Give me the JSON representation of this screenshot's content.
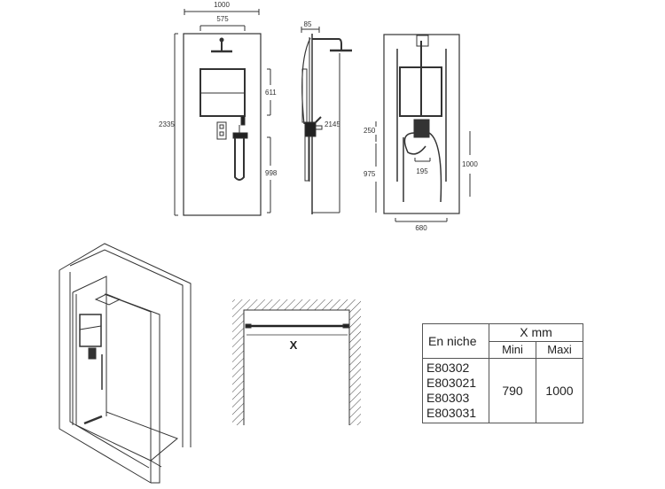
{
  "front_view": {
    "dims": {
      "overall_width": "1000",
      "head_width": "575",
      "overall_height": "2335",
      "panel_height": "611",
      "hand_shower_height": "998"
    }
  },
  "side_view": {
    "dims": {
      "depth": "85",
      "height": "2145"
    }
  },
  "back_view": {
    "dims": {
      "valve_offset": "250",
      "valve_height": "975",
      "hose_width": "195",
      "rail_height": "1000",
      "base_width": "680"
    }
  },
  "niche_diagram": {
    "label": "X"
  },
  "table": {
    "header_label": "En niche",
    "group_header": "X mm",
    "col_min": "Mini",
    "col_max": "Maxi",
    "models": [
      "E80302",
      "E803021",
      "E80303",
      "E803031"
    ],
    "min_value": "790",
    "max_value": "1000"
  }
}
